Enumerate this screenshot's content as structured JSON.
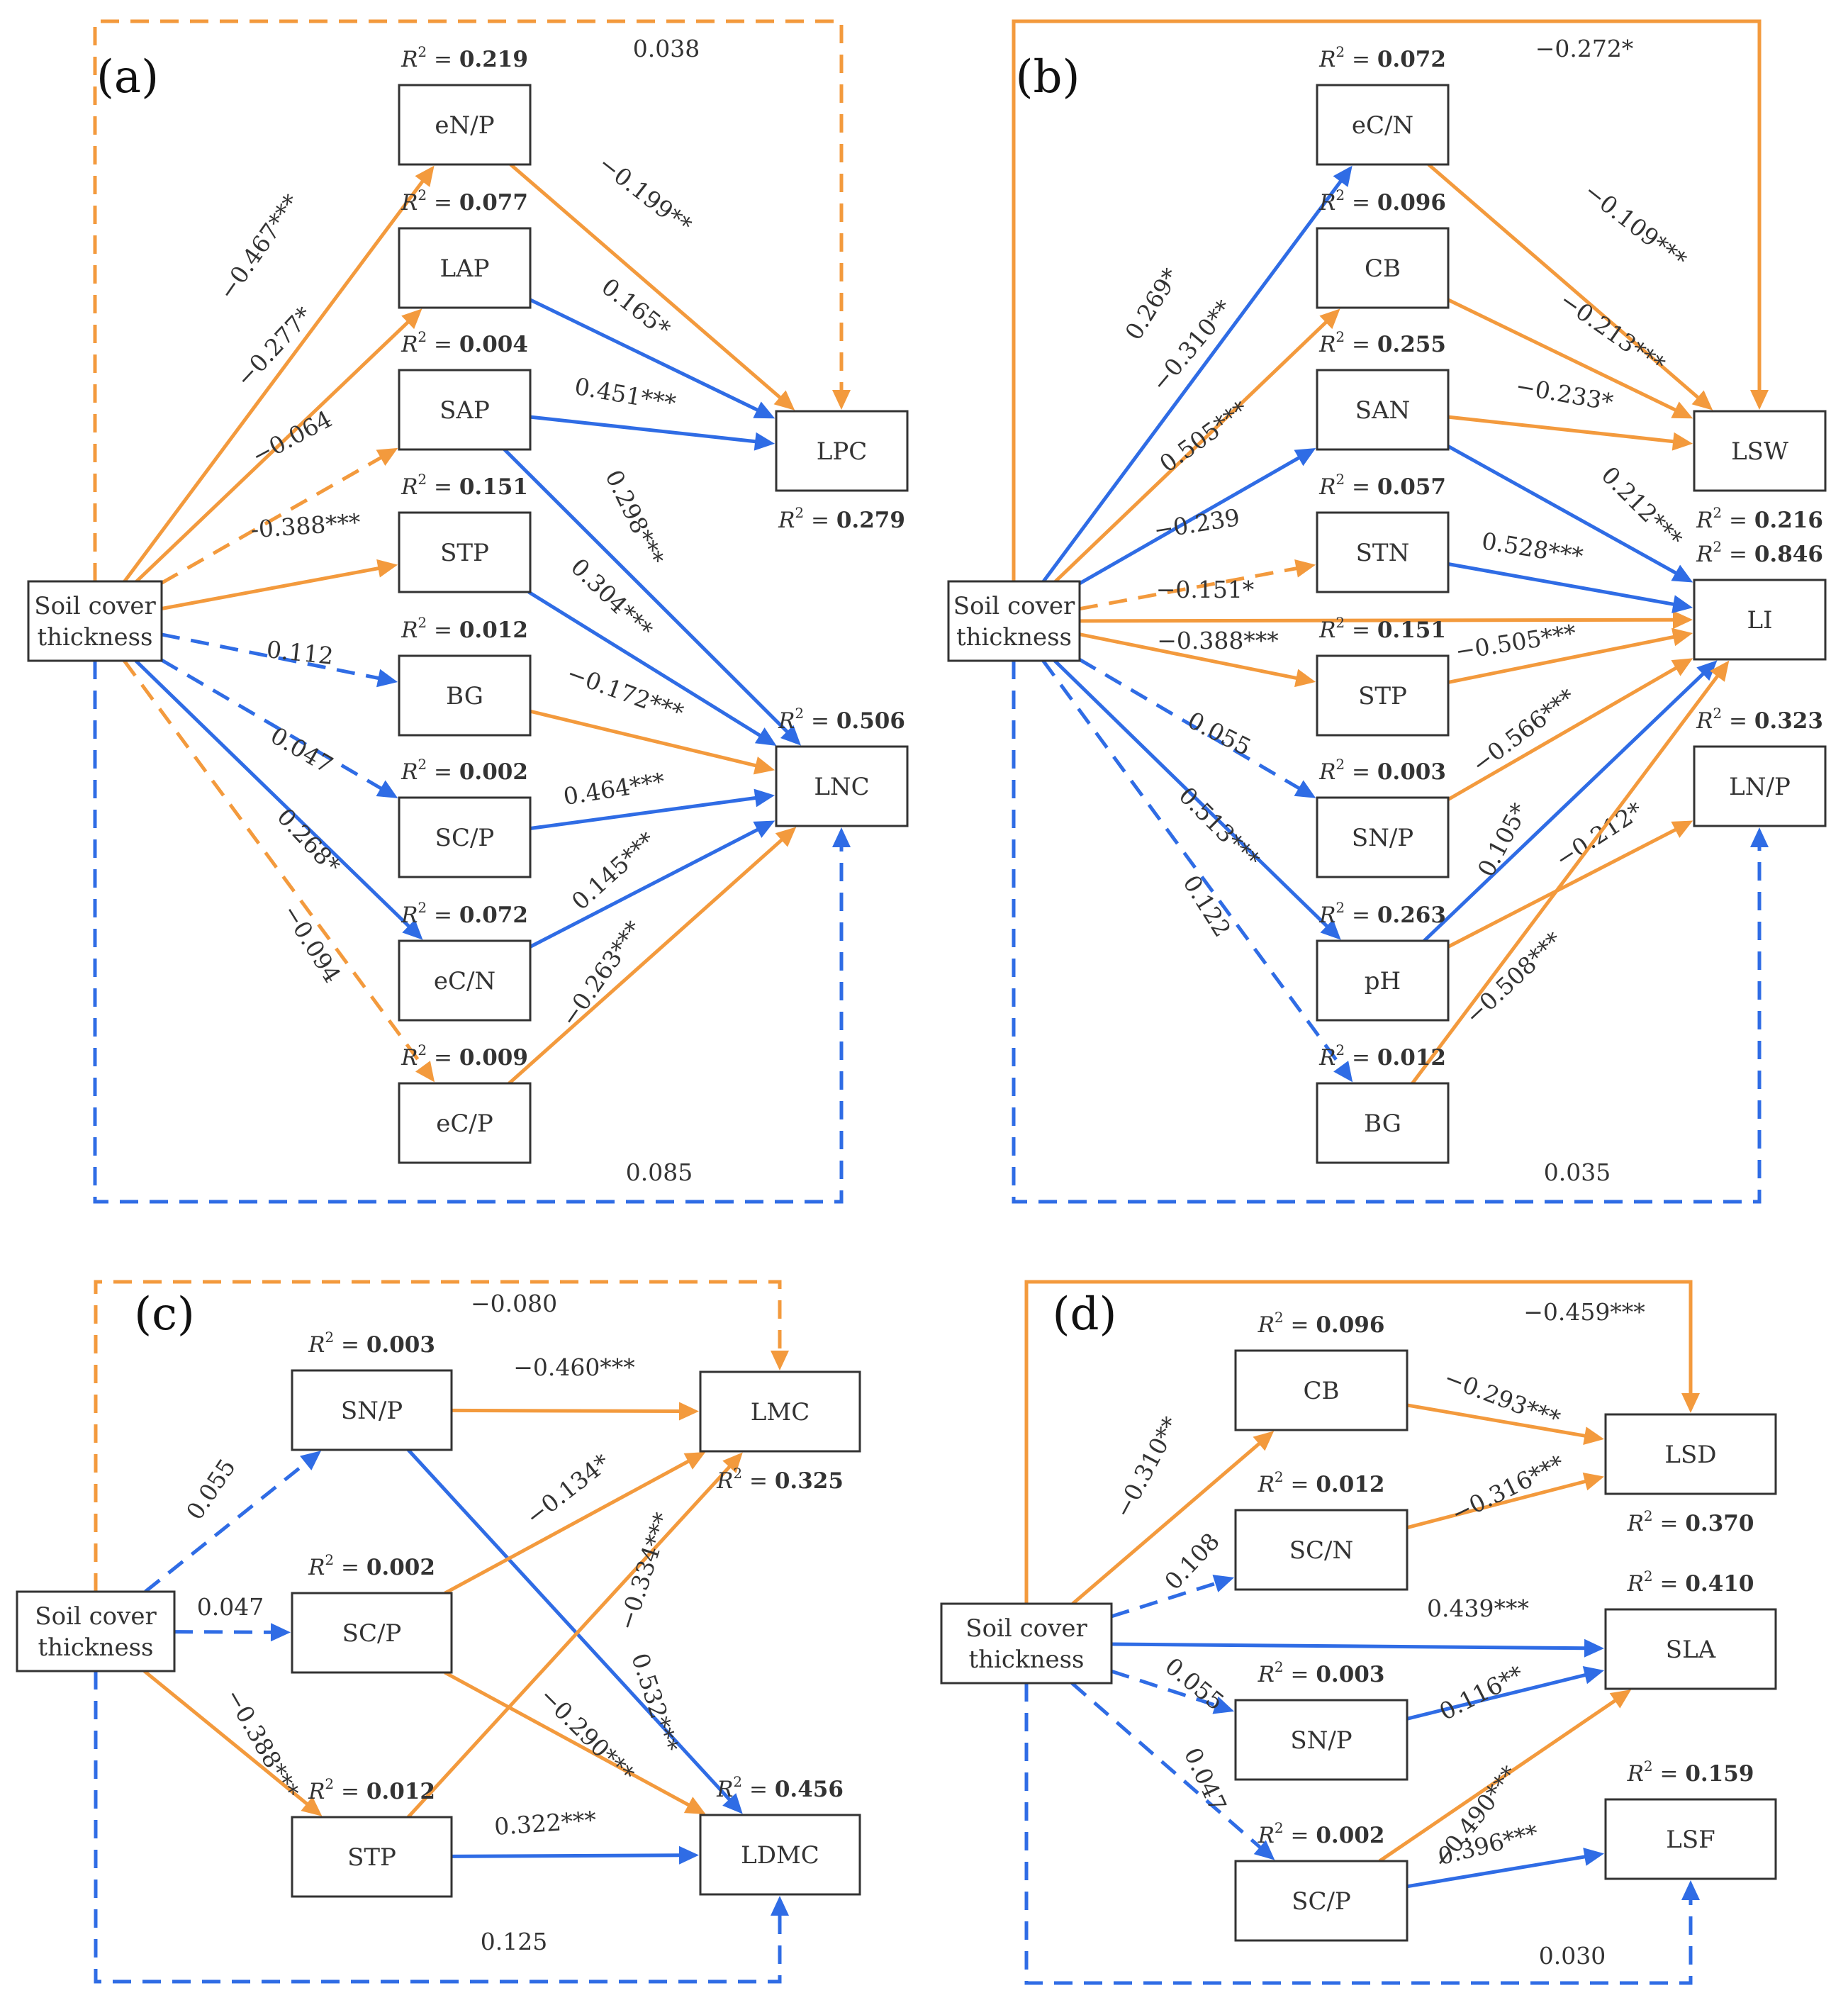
{
  "colors": {
    "positive": "#2F6CE5",
    "negative": "#F39A3D"
  },
  "panels": [
    {
      "label": "(a)",
      "nodes": [
        {
          "id": "src",
          "text": [
            "Soil cover",
            "thickness"
          ]
        },
        {
          "id": "eNP",
          "text": [
            "eN/P"
          ],
          "r2": "0.219"
        },
        {
          "id": "LAP",
          "text": [
            "LAP"
          ],
          "r2": "0.077"
        },
        {
          "id": "SAP",
          "text": [
            "SAP"
          ],
          "r2": "0.004"
        },
        {
          "id": "STP",
          "text": [
            "STP"
          ],
          "r2": "0.151"
        },
        {
          "id": "BG",
          "text": [
            "BG"
          ],
          "r2": "0.012"
        },
        {
          "id": "SCP",
          "text": [
            "SC/P"
          ],
          "r2": "0.002"
        },
        {
          "id": "eCN",
          "text": [
            "eC/N"
          ],
          "r2": "0.072"
        },
        {
          "id": "eCP",
          "text": [
            "eC/P"
          ],
          "r2": "0.009"
        },
        {
          "id": "LPC",
          "text": [
            "LPC"
          ],
          "r2": "0.279"
        },
        {
          "id": "LNC",
          "text": [
            "LNC"
          ],
          "r2": "0.506"
        }
      ],
      "edges": [
        {
          "from": "src",
          "to": "eNP",
          "label": "−0.467***",
          "sign": "neg",
          "dashed": false
        },
        {
          "from": "src",
          "to": "LAP",
          "label": "−0.277*",
          "sign": "neg",
          "dashed": false
        },
        {
          "from": "src",
          "to": "SAP",
          "label": "−0.064",
          "sign": "neg",
          "dashed": true
        },
        {
          "from": "src",
          "to": "STP",
          "label": "-0.388***",
          "sign": "neg",
          "dashed": false
        },
        {
          "from": "src",
          "to": "BG",
          "label": "0.112",
          "sign": "pos",
          "dashed": true
        },
        {
          "from": "src",
          "to": "SCP",
          "label": "0.047",
          "sign": "pos",
          "dashed": true
        },
        {
          "from": "src",
          "to": "eCN",
          "label": "0.268*",
          "sign": "pos",
          "dashed": false
        },
        {
          "from": "src",
          "to": "eCP",
          "label": "−0.094",
          "sign": "neg",
          "dashed": true
        },
        {
          "from": "eNP",
          "to": "LPC",
          "label": "−0.199**",
          "sign": "neg",
          "dashed": false
        },
        {
          "from": "LAP",
          "to": "LPC",
          "label": "0.165*",
          "sign": "pos",
          "dashed": false
        },
        {
          "from": "SAP",
          "to": "LPC",
          "label": "0.451***",
          "sign": "pos",
          "dashed": false
        },
        {
          "from": "SAP",
          "to": "LNC",
          "label": "0.298***",
          "sign": "pos",
          "dashed": false
        },
        {
          "from": "STP",
          "to": "LNC",
          "label": "0.304***",
          "sign": "pos",
          "dashed": false
        },
        {
          "from": "BG",
          "to": "LNC",
          "label": "−0.172***",
          "sign": "neg",
          "dashed": false
        },
        {
          "from": "SCP",
          "to": "LNC",
          "label": "0.464***",
          "sign": "pos",
          "dashed": false
        },
        {
          "from": "eCN",
          "to": "LNC",
          "label": "0.145***",
          "sign": "pos",
          "dashed": false
        },
        {
          "from": "eCP",
          "to": "LNC",
          "label": "−0.263***",
          "sign": "neg",
          "dashed": false
        },
        {
          "from": "src",
          "to": "LPC",
          "label": "0.038",
          "sign": "neg",
          "dashed": true,
          "route": "top"
        },
        {
          "from": "src",
          "to": "LNC",
          "label": "0.085",
          "sign": "pos",
          "dashed": true,
          "route": "bottom"
        }
      ]
    },
    {
      "label": "(b)",
      "nodes": [
        {
          "id": "src",
          "text": [
            "Soil cover",
            "thickness"
          ]
        },
        {
          "id": "eCN",
          "text": [
            "eC/N"
          ],
          "r2": "0.072"
        },
        {
          "id": "CB",
          "text": [
            "CB"
          ],
          "r2": "0.096"
        },
        {
          "id": "SAN",
          "text": [
            "SAN"
          ],
          "r2": "0.255"
        },
        {
          "id": "STN",
          "text": [
            "STN"
          ],
          "r2": "0.057"
        },
        {
          "id": "STP",
          "text": [
            "STP"
          ],
          "r2": "0.151"
        },
        {
          "id": "SNP",
          "text": [
            "SN/P"
          ],
          "r2": "0.003"
        },
        {
          "id": "pH",
          "text": [
            "pH"
          ],
          "r2": "0.263"
        },
        {
          "id": "BG",
          "text": [
            "BG"
          ],
          "r2": "0.012"
        },
        {
          "id": "LSW",
          "text": [
            "LSW"
          ],
          "r2": "0.216"
        },
        {
          "id": "LI",
          "text": [
            "LI"
          ],
          "r2": "0.846"
        },
        {
          "id": "LNP",
          "text": [
            "LN/P"
          ],
          "r2": "0.323"
        }
      ],
      "edges": [
        {
          "from": "src",
          "to": "eCN",
          "label": "0.269*",
          "sign": "pos",
          "dashed": false
        },
        {
          "from": "src",
          "to": "CB",
          "label": "−0.310**",
          "sign": "neg",
          "dashed": false
        },
        {
          "from": "src",
          "to": "SAN",
          "label": "0.505***",
          "sign": "pos",
          "dashed": false
        },
        {
          "from": "src",
          "to": "STN",
          "label": "−0.239",
          "sign": "neg",
          "dashed": true
        },
        {
          "from": "src",
          "to": "LI",
          "label": "−0.151*",
          "sign": "neg",
          "dashed": false
        },
        {
          "from": "src",
          "to": "STP",
          "label": "−0.388***",
          "sign": "neg",
          "dashed": false
        },
        {
          "from": "src",
          "to": "SNP",
          "label": "0.055",
          "sign": "pos",
          "dashed": true
        },
        {
          "from": "src",
          "to": "pH",
          "label": "0.513***",
          "sign": "pos",
          "dashed": false
        },
        {
          "from": "src",
          "to": "BG",
          "label": "0.122",
          "sign": "pos",
          "dashed": true
        },
        {
          "from": "eCN",
          "to": "LSW",
          "label": "−0.109***",
          "sign": "neg",
          "dashed": false
        },
        {
          "from": "CB",
          "to": "LSW",
          "label": "−0.213***",
          "sign": "neg",
          "dashed": false
        },
        {
          "from": "SAN",
          "to": "LSW",
          "label": "−0.233*",
          "sign": "neg",
          "dashed": false
        },
        {
          "from": "SAN",
          "to": "LI",
          "label": "0.212***",
          "sign": "pos",
          "dashed": false
        },
        {
          "from": "STN",
          "to": "LI",
          "label": "0.528***",
          "sign": "pos",
          "dashed": false
        },
        {
          "from": "STP",
          "to": "LI",
          "label": "−0.505***",
          "sign": "neg",
          "dashed": false
        },
        {
          "from": "SNP",
          "to": "LI",
          "label": "−0.566***",
          "sign": "neg",
          "dashed": false
        },
        {
          "from": "pH",
          "to": "LI",
          "label": "0.105*",
          "sign": "pos",
          "dashed": false
        },
        {
          "from": "pH",
          "to": "LNP",
          "label": "−0.212*",
          "sign": "neg",
          "dashed": false
        },
        {
          "from": "BG",
          "to": "LI",
          "label": "−0.508***",
          "sign": "neg",
          "dashed": false
        },
        {
          "from": "src",
          "to": "LSW",
          "label": "−0.272*",
          "sign": "neg",
          "dashed": false,
          "route": "top"
        },
        {
          "from": "src",
          "to": "LNP",
          "label": "0.035",
          "sign": "pos",
          "dashed": true,
          "route": "bottom"
        }
      ]
    },
    {
      "label": "(c)",
      "nodes": [
        {
          "id": "src",
          "text": [
            "Soil cover",
            "thickness"
          ]
        },
        {
          "id": "SNP",
          "text": [
            "SN/P"
          ],
          "r2": "0.003"
        },
        {
          "id": "SCP",
          "text": [
            "SC/P"
          ],
          "r2": "0.002"
        },
        {
          "id": "STP",
          "text": [
            "STP"
          ],
          "r2": "0.012"
        },
        {
          "id": "LMC",
          "text": [
            "LMC"
          ],
          "r2": "0.325"
        },
        {
          "id": "LDMC",
          "text": [
            "LDMC"
          ],
          "r2": "0.456"
        }
      ],
      "edges": [
        {
          "from": "src",
          "to": "SNP",
          "label": "0.055",
          "sign": "pos",
          "dashed": true
        },
        {
          "from": "src",
          "to": "SCP",
          "label": "0.047",
          "sign": "pos",
          "dashed": true
        },
        {
          "from": "src",
          "to": "STP",
          "label": "−0.388***",
          "sign": "neg",
          "dashed": false
        },
        {
          "from": "SNP",
          "to": "LMC",
          "label": "−0.460***",
          "sign": "neg",
          "dashed": false
        },
        {
          "from": "SNP",
          "to": "LDMC",
          "label": "0.532***",
          "sign": "pos",
          "dashed": false
        },
        {
          "from": "SCP",
          "to": "LMC",
          "label": "−0.134*",
          "sign": "neg",
          "dashed": false
        },
        {
          "from": "SCP",
          "to": "LDMC",
          "label": "−0.290***",
          "sign": "neg",
          "dashed": false
        },
        {
          "from": "STP",
          "to": "LMC",
          "label": "−0.334***",
          "sign": "neg",
          "dashed": false
        },
        {
          "from": "STP",
          "to": "LDMC",
          "label": "0.322***",
          "sign": "pos",
          "dashed": false
        },
        {
          "from": "src",
          "to": "LMC",
          "label": "−0.080",
          "sign": "neg",
          "dashed": true,
          "route": "top"
        },
        {
          "from": "src",
          "to": "LDMC",
          "label": "0.125",
          "sign": "pos",
          "dashed": true,
          "route": "bottom"
        }
      ]
    },
    {
      "label": "(d)",
      "nodes": [
        {
          "id": "src",
          "text": [
            "Soil cover",
            "thickness"
          ]
        },
        {
          "id": "CB",
          "text": [
            "CB"
          ],
          "r2": "0.096"
        },
        {
          "id": "SCN",
          "text": [
            "SC/N"
          ],
          "r2": "0.012"
        },
        {
          "id": "SNP",
          "text": [
            "SN/P"
          ],
          "r2": "0.003"
        },
        {
          "id": "SCP",
          "text": [
            "SC/P"
          ],
          "r2": "0.002"
        },
        {
          "id": "LSD",
          "text": [
            "LSD"
          ],
          "r2": "0.370"
        },
        {
          "id": "SLA",
          "text": [
            "SLA"
          ],
          "r2": "0.410"
        },
        {
          "id": "LSF",
          "text": [
            "LSF"
          ],
          "r2": "0.159"
        }
      ],
      "edges": [
        {
          "from": "src",
          "to": "CB",
          "label": "−0.310**",
          "sign": "neg",
          "dashed": false
        },
        {
          "from": "src",
          "to": "SCN",
          "label": "0.108",
          "sign": "pos",
          "dashed": true
        },
        {
          "from": "src",
          "to": "SLA",
          "label": "0.439***",
          "sign": "pos",
          "dashed": false
        },
        {
          "from": "src",
          "to": "SNP",
          "label": "0.055",
          "sign": "pos",
          "dashed": true
        },
        {
          "from": "src",
          "to": "SCP",
          "label": "0.047",
          "sign": "pos",
          "dashed": true
        },
        {
          "from": "CB",
          "to": "LSD",
          "label": "−0.293***",
          "sign": "neg",
          "dashed": false
        },
        {
          "from": "SCN",
          "to": "LSD",
          "label": "−0.316***",
          "sign": "neg",
          "dashed": false
        },
        {
          "from": "SNP",
          "to": "SLA",
          "label": "0.116**",
          "sign": "pos",
          "dashed": false
        },
        {
          "from": "SCP",
          "to": "SLA",
          "label": "−0.490***",
          "sign": "neg",
          "dashed": false
        },
        {
          "from": "SCP",
          "to": "LSF",
          "label": "0.396***",
          "sign": "pos",
          "dashed": false
        },
        {
          "from": "src",
          "to": "LSD",
          "label": "−0.459***",
          "sign": "neg",
          "dashed": false,
          "route": "top"
        },
        {
          "from": "src",
          "to": "LSF",
          "label": "0.030",
          "sign": "pos",
          "dashed": true,
          "route": "bottom"
        }
      ]
    }
  ]
}
